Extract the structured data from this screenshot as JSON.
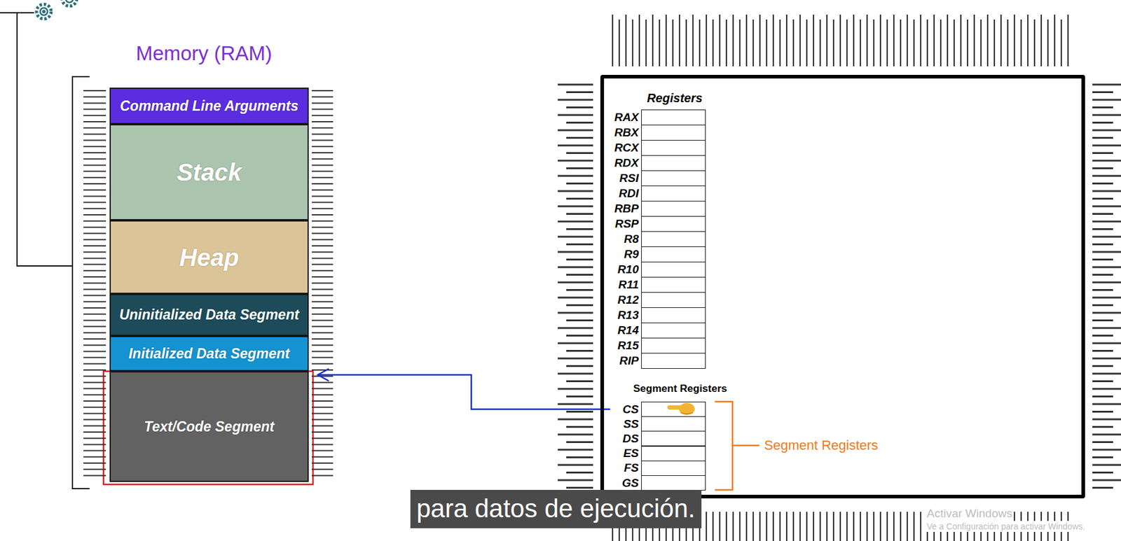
{
  "diagram": {
    "nodes": [
      {
        "text": [
          "Command Line Arguments"
        ]
      },
      {
        "text": [
          "Stack"
        ]
      },
      {
        "text": [
          "Heap"
        ]
      },
      {
        "text": [
          "Uninitialized Data Segment"
        ]
      },
      {
        "text": [
          "Initialized Data Segment"
        ]
      },
      {
        "text": [
          "Text/Code Segment"
        ]
      },
      {
        "text": [
          "Registers",
          "Segment Registers"
        ]
      },
      {
        "text": [
          "RAX"
        ],
        "in": 6
      },
      {
        "text": [
          "RBX"
        ],
        "in": 6
      },
      {
        "text": [
          "RCX"
        ],
        "in": 6
      },
      {
        "text": [
          "RDX"
        ],
        "in": 6
      },
      {
        "text": [
          "RSI"
        ],
        "in": 6
      },
      {
        "text": [
          "RDI"
        ],
        "in": 6
      },
      {
        "text": [
          "RBP"
        ],
        "in": 6
      },
      {
        "text": [
          "RSP"
        ],
        "in": 6
      },
      {
        "text": [
          "R8"
        ],
        "in": 6
      },
      {
        "text": [
          "R9"
        ],
        "in": 6
      },
      {
        "text": [
          "R10"
        ],
        "in": 6
      },
      {
        "text": [
          "R11"
        ],
        "in": 6
      },
      {
        "text": [
          "R12"
        ],
        "in": 6
      },
      {
        "text": [
          "R13"
        ],
        "in": 6
      },
      {
        "text": [
          "R14"
        ],
        "in": 6
      },
      {
        "text": [
          "R15"
        ],
        "in": 6
      },
      {
        "text": [
          "RIP"
        ],
        "in": 6
      },
      {
        "text": [
          "CS"
        ],
        "in": 6
      },
      {
        "text": [
          "SS"
        ],
        "in": 6
      },
      {
        "text": [
          "DS"
        ],
        "in": 6
      },
      {
        "text": [
          "ES"
        ],
        "in": 6
      },
      {
        "text": [
          "FS"
        ],
        "in": 6
      },
      {
        "text": [
          "GS"
        ],
        "in": 6
      }
    ],
    "edges": [
      {
        "from": 24,
        "to": 5,
        "arrow": "to"
      }
    ],
    "labels": [
      "Memory (RAM)",
      "Segment Registers",
      "para datos de ejecución.",
      "Activar Windows",
      "Ve a Configuración para activar Windows."
    ]
  }
}
